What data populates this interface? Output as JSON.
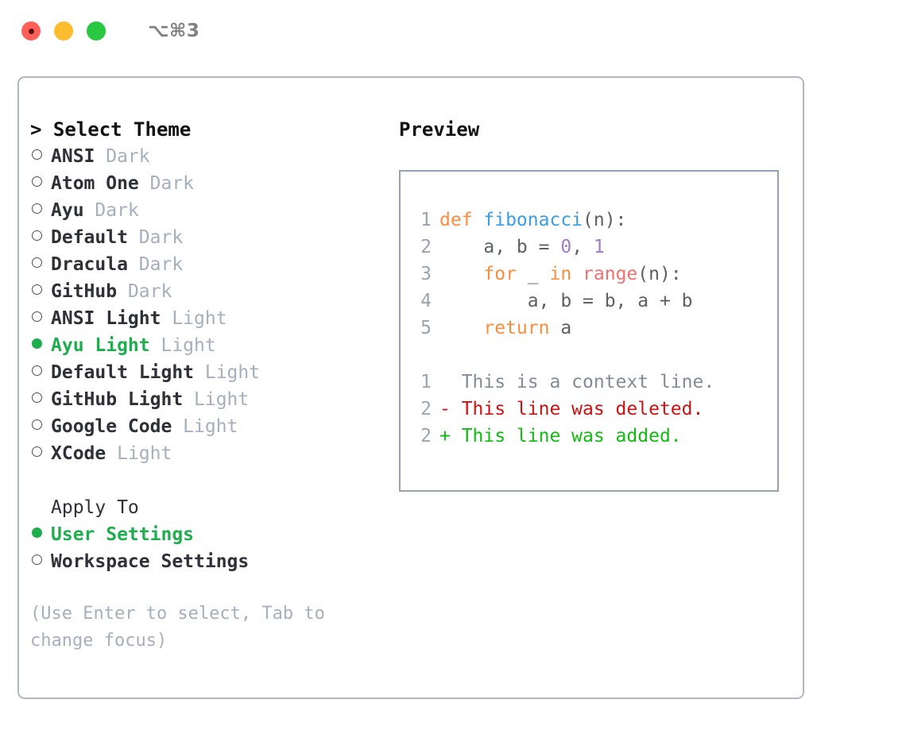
{
  "window": {
    "title_shortcut": "⌥⌘3",
    "traffic_lights": [
      {
        "name": "close",
        "color": "#ff5f57"
      },
      {
        "name": "minimize",
        "color": "#febc2e"
      },
      {
        "name": "maximize",
        "color": "#28c840"
      }
    ]
  },
  "theme_picker": {
    "heading": "> Select Theme",
    "selected_dot": "●",
    "unselected_dot": "○",
    "accent_color": "#1fae4d",
    "items": [
      {
        "label": "ANSI",
        "kind": "Dark",
        "selected": false
      },
      {
        "label": "Atom One",
        "kind": "Dark",
        "selected": false
      },
      {
        "label": "Ayu",
        "kind": "Dark",
        "selected": false
      },
      {
        "label": "Default",
        "kind": "Dark",
        "selected": false
      },
      {
        "label": "Dracula",
        "kind": "Dark",
        "selected": false
      },
      {
        "label": "GitHub",
        "kind": "Dark",
        "selected": false
      },
      {
        "label": "ANSI Light",
        "kind": "Light",
        "selected": false
      },
      {
        "label": "Ayu Light",
        "kind": "Light",
        "selected": true
      },
      {
        "label": "Default Light",
        "kind": "Light",
        "selected": false
      },
      {
        "label": "GitHub Light",
        "kind": "Light",
        "selected": false
      },
      {
        "label": "Google Code",
        "kind": "Light",
        "selected": false
      },
      {
        "label": "XCode",
        "kind": "Light",
        "selected": false
      }
    ]
  },
  "apply_to": {
    "heading": "Apply To",
    "items": [
      {
        "label": "User Settings",
        "selected": true
      },
      {
        "label": "Workspace Settings",
        "selected": false
      }
    ]
  },
  "hint": "(Use Enter to select, Tab to change focus)",
  "preview": {
    "title": "Preview",
    "code_lines": [
      {
        "num": "1",
        "tokens": [
          {
            "t": "def ",
            "c": "kw"
          },
          {
            "t": "fibonacci",
            "c": "fn"
          },
          {
            "t": "(n):",
            "c": "plain"
          }
        ]
      },
      {
        "num": "2",
        "tokens": [
          {
            "t": "    a, b = ",
            "c": "plain"
          },
          {
            "t": "0",
            "c": "num"
          },
          {
            "t": ", ",
            "c": "plain"
          },
          {
            "t": "1",
            "c": "num"
          }
        ]
      },
      {
        "num": "3",
        "tokens": [
          {
            "t": "    ",
            "c": "plain"
          },
          {
            "t": "for",
            "c": "kw"
          },
          {
            "t": " _ ",
            "c": "plain"
          },
          {
            "t": "in",
            "c": "kw"
          },
          {
            "t": " ",
            "c": "plain"
          },
          {
            "t": "range",
            "c": "builtin"
          },
          {
            "t": "(n):",
            "c": "plain"
          }
        ]
      },
      {
        "num": "4",
        "tokens": [
          {
            "t": "        a, b = b, a + b",
            "c": "plain"
          }
        ]
      },
      {
        "num": "5",
        "tokens": [
          {
            "t": "    ",
            "c": "plain"
          },
          {
            "t": "return",
            "c": "kw"
          },
          {
            "t": " a",
            "c": "plain"
          }
        ]
      }
    ],
    "diff_lines": [
      {
        "num": "1",
        "marker": " ",
        "text": "  This is a context line.",
        "kind": "ctx"
      },
      {
        "num": "2",
        "marker": "-",
        "text": "- This line was deleted.",
        "kind": "del"
      },
      {
        "num": "2",
        "marker": "+",
        "text": "+ This line was added.",
        "kind": "add"
      }
    ],
    "colors": {
      "keyword": "#fa8d3e",
      "function": "#399ee6",
      "number": "#a37acc",
      "builtin": "#f07171",
      "plain": "#5c6166",
      "line_number": "#9aa3b0",
      "diff_context": "#828c99",
      "diff_deleted": "#cc1111",
      "diff_added": "#11bb11",
      "border": "#97a3b4"
    }
  }
}
